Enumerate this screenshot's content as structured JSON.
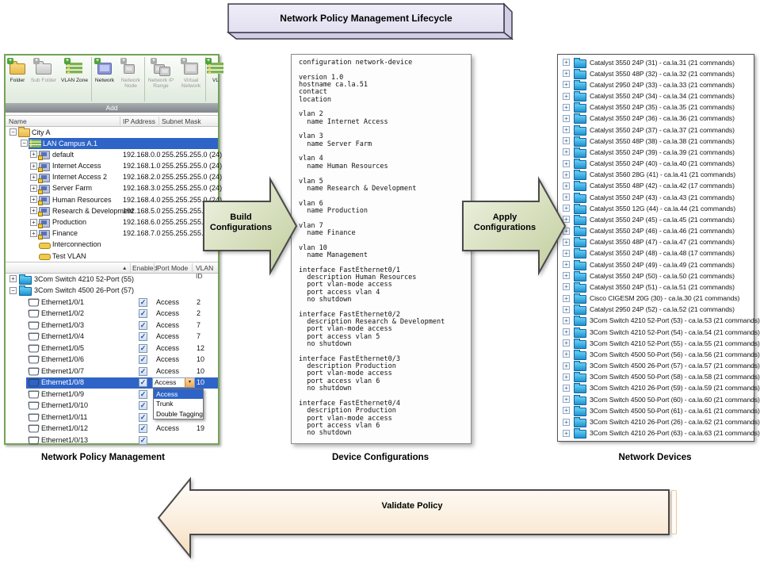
{
  "banner": {
    "title": "Network Policy Management Lifecycle"
  },
  "arrows": {
    "build": {
      "label": "Build Configurations"
    },
    "apply": {
      "label": "Apply Configurations"
    },
    "validate": {
      "label": "Validate Policy"
    }
  },
  "captions": {
    "left": "Network Policy Management",
    "middle": "Device Configurations",
    "right": "Network Devices"
  },
  "colors": {
    "selection_blue": "#2E64C8",
    "arrow_green_light": "#EDF1E0",
    "arrow_green_dark": "#C2CE9E",
    "validate_light": "#FFFDFB",
    "validate_dark": "#F5DCBE",
    "banner_fill": "#EAE8F4",
    "panel_border_green": "#74A455"
  },
  "policy_manager": {
    "toolbar": {
      "group_label": "Add",
      "buttons": [
        {
          "label": "Folder",
          "icon": "folder-add-icon",
          "enabled": true
        },
        {
          "label": "Sub Folder",
          "icon": "subfolder-add-icon",
          "enabled": false
        },
        {
          "label": "VLAN Zone",
          "icon": "vlan-zone-add-icon",
          "enabled": true
        },
        {
          "label": "Network",
          "icon": "network-add-icon",
          "enabled": true
        },
        {
          "label": "Network Node",
          "icon": "network-node-icon",
          "enabled": false
        },
        {
          "label": "Network IP Range",
          "icon": "network-ip-range-icon",
          "enabled": false
        },
        {
          "label": "Virtual Network",
          "icon": "virtual-network-icon",
          "enabled": false
        },
        {
          "label": "VL",
          "icon": "vlan-add-icon",
          "enabled": true
        }
      ]
    },
    "columns": [
      "Name",
      "IP Address",
      "Subnet Mask"
    ],
    "tree": [
      {
        "label": "City A",
        "icon": "folder-icon",
        "expander": "minus",
        "indent": 0,
        "ip": "",
        "mask": "",
        "selected": false
      },
      {
        "label": "LAN Campus A.1",
        "icon": "vlan-zone-icon",
        "expander": "minus",
        "indent": 1,
        "ip": "",
        "mask": "",
        "selected": true
      },
      {
        "label": "default",
        "icon": "network-icon",
        "expander": "plus",
        "indent": 2,
        "ip": "192.168.0.0",
        "mask": "255.255.255.0 (24)",
        "selected": false
      },
      {
        "label": "Internet Access",
        "icon": "network-icon",
        "expander": "plus",
        "indent": 2,
        "ip": "192.168.1.0",
        "mask": "255.255.255.0 (24)",
        "selected": false
      },
      {
        "label": "Internet Access 2",
        "icon": "network-icon",
        "expander": "plus",
        "indent": 2,
        "ip": "192.168.2.0",
        "mask": "255.255.255.0 (24)",
        "selected": false
      },
      {
        "label": "Server Farm",
        "icon": "network-icon",
        "expander": "plus",
        "indent": 2,
        "ip": "192.168.3.0",
        "mask": "255.255.255.0 (24)",
        "selected": false
      },
      {
        "label": "Human Resources",
        "icon": "network-icon",
        "expander": "plus",
        "indent": 2,
        "ip": "192.168.4.0",
        "mask": "255.255.255.0 (24)",
        "selected": false
      },
      {
        "label": "Research & Development",
        "icon": "network-icon",
        "expander": "plus",
        "indent": 2,
        "ip": "192.168.5.0",
        "mask": "255.255.255.0 (24)",
        "selected": false
      },
      {
        "label": "Production",
        "icon": "network-icon",
        "expander": "plus",
        "indent": 2,
        "ip": "192.168.6.0",
        "mask": "255.255.255.0 (24)",
        "selected": false
      },
      {
        "label": "Finance",
        "icon": "network-icon",
        "expander": "plus",
        "indent": 2,
        "ip": "192.168.7.0",
        "mask": "255.255.255.0 (24)",
        "selected": false
      },
      {
        "label": "Interconnection",
        "icon": "link-icon",
        "expander": "none",
        "indent": 2,
        "ip": "",
        "mask": "",
        "selected": false
      },
      {
        "label": "Test VLAN",
        "icon": "link-icon",
        "expander": "none",
        "indent": 2,
        "ip": "",
        "mask": "",
        "selected": false
      }
    ],
    "port_columns": [
      "▲",
      "Enabled",
      "Port Mode",
      "VLAN ID"
    ],
    "ports": [
      {
        "label": "3Com Switch 4210 52-Port (55)",
        "kind": "switch",
        "expander": "plus"
      },
      {
        "label": "3Com Switch 4500 26-Port (57)",
        "kind": "switch",
        "expander": "minus"
      },
      {
        "label": "Ethernet1/0/1",
        "kind": "port",
        "checked": true,
        "mode": "Access",
        "vlan": "2",
        "selected": false
      },
      {
        "label": "Ethernet1/0/2",
        "kind": "port",
        "checked": true,
        "mode": "Access",
        "vlan": "2",
        "selected": false
      },
      {
        "label": "Ethernet1/0/3",
        "kind": "port",
        "checked": true,
        "mode": "Access",
        "vlan": "7",
        "selected": false
      },
      {
        "label": "Ethernet1/0/4",
        "kind": "port",
        "checked": true,
        "mode": "Access",
        "vlan": "7",
        "selected": false
      },
      {
        "label": "Ethernet1/0/5",
        "kind": "port",
        "checked": true,
        "mode": "Access",
        "vlan": "12",
        "selected": false
      },
      {
        "label": "Ethernet1/0/6",
        "kind": "port",
        "checked": true,
        "mode": "Access",
        "vlan": "10",
        "selected": false
      },
      {
        "label": "Ethernet1/0/7",
        "kind": "port",
        "checked": true,
        "mode": "Access",
        "vlan": "10",
        "selected": false
      },
      {
        "label": "Ethernet1/0/8",
        "kind": "port",
        "checked": true,
        "mode": "Access",
        "vlan": "10",
        "selected": true,
        "combo": true
      },
      {
        "label": "Ethernet1/0/9",
        "kind": "port",
        "checked": true,
        "mode": "",
        "vlan": "",
        "selected": false
      },
      {
        "label": "Ethernet1/0/10",
        "kind": "port",
        "checked": true,
        "mode": "",
        "vlan": "",
        "selected": false
      },
      {
        "label": "Ethernet1/0/11",
        "kind": "port",
        "checked": true,
        "mode": "",
        "vlan": "",
        "selected": false
      },
      {
        "label": "Ethernet1/0/12",
        "kind": "port",
        "checked": true,
        "mode": "Access",
        "vlan": "19",
        "selected": false
      },
      {
        "label": "Ethernet1/0/13",
        "kind": "port",
        "checked": true,
        "mode": "",
        "vlan": "",
        "selected": false
      }
    ],
    "dropdown": {
      "options": [
        "Access",
        "Trunk",
        "Double Tagging"
      ],
      "selected": "Access"
    }
  },
  "device_config": {
    "text": "configuration network-device\n\nversion 1.0\nhostname ca.la.51\ncontact\nlocation\n\nvlan 2\n  name Internet Access\n\nvlan 3\n  name Server Farm\n\nvlan 4\n  name Human Resources\n\nvlan 5\n  name Research & Development\n\nvlan 6\n  name Production\n\nvlan 7\n  name Finance\n\nvlan 10\n  name Management\n\ninterface FastEthernet0/1\n  description Human Resources\n  port vlan-mode access\n  port access vlan 4\n  no shutdown\n\ninterface FastEthernet0/2\n  description Research & Development\n  port vlan-mode access\n  port access vlan 5\n  no shutdown\n\ninterface FastEthernet0/3\n  description Production\n  port vlan-mode access\n  port access vlan 6\n  no shutdown\n\ninterface FastEthernet0/4\n  description Production\n  port vlan-mode access\n  port access vlan 6\n  no shutdown"
  },
  "network_devices": {
    "items": [
      "Catalyst 3550 24P (31) - ca.la.31 (21 commands)",
      "Catalyst 3550 48P (32) - ca.la.32 (21 commands)",
      "Catalyst 2950 24P (33) - ca.la.33 (21 commands)",
      "Catalyst 3550 24P (34) - ca.la.34 (21 commands)",
      "Catalyst 3550 24P (35) - ca.la.35 (21 commands)",
      "Catalyst 3550 24P (36) - ca.la.36 (21 commands)",
      "Catalyst 3550 24P (37) - ca.la.37 (21 commands)",
      "Catalyst 3550 48P (38) - ca.la.38 (21 commands)",
      "Catalyst 3550 24P (39) - ca.la.39 (21 commands)",
      "Catalyst 3550 24P (40) - ca.la.40 (21 commands)",
      "Catalyst 3560 28G (41) - ca.la.41 (21 commands)",
      "Catalyst 3550 48P (42) - ca.la.42 (17 commands)",
      "Catalyst 3550 24P (43) - ca.la.43 (21 commands)",
      "Catalyst 3550 12G (44) - ca.la.44 (21 commands)",
      "Catalyst 3550 24P (45) - ca.la.45 (21 commands)",
      "Catalyst 3550 24P (46) - ca.la.46 (21 commands)",
      "Catalyst 3550 48P (47) - ca.la.47 (21 commands)",
      "Catalyst 3550 24P (48) - ca.la.48 (17 commands)",
      "Catalyst 3550 24P (49) - ca.la.49 (21 commands)",
      "Catalyst 3550 24P (50) - ca.la.50 (21 commands)",
      "Catalyst 3550 24P (51) - ca.la.51 (21 commands)",
      "Cisco CIGESM 20G (30) - ca.la.30 (21 commands)",
      "Catalyst 2950 24P (52) - ca.la.52 (21 commands)",
      "3Com Switch 4210 52-Port (53) - ca.la.53 (21 commands)",
      "3Com Switch 4210 52-Port (54) - ca.la.54 (21 commands)",
      "3Com Switch 4210 52-Port (55) - ca.la.55 (21 commands)",
      "3Com Switch 4500 50-Port (56) - ca.la.56 (21 commands)",
      "3Com Switch 4500 26-Port (57) - ca.la.57 (21 commands)",
      "3Com Switch 4500 50-Port (58) - ca.la.58 (21 commands)",
      "3Com Switch 4210 26-Port (59) - ca.la.59 (21 commands)",
      "3Com Switch 4500 50-Port (60) - ca.la.60 (21 commands)",
      "3Com Switch 4500 50-Port (61) - ca.la.61 (21 commands)",
      "3Com Switch 4210 26-Port (26) - ca.la.62 (21 commands)",
      "3Com Switch 4210 26-Port (63) - ca.la.63 (21 commands)"
    ]
  }
}
